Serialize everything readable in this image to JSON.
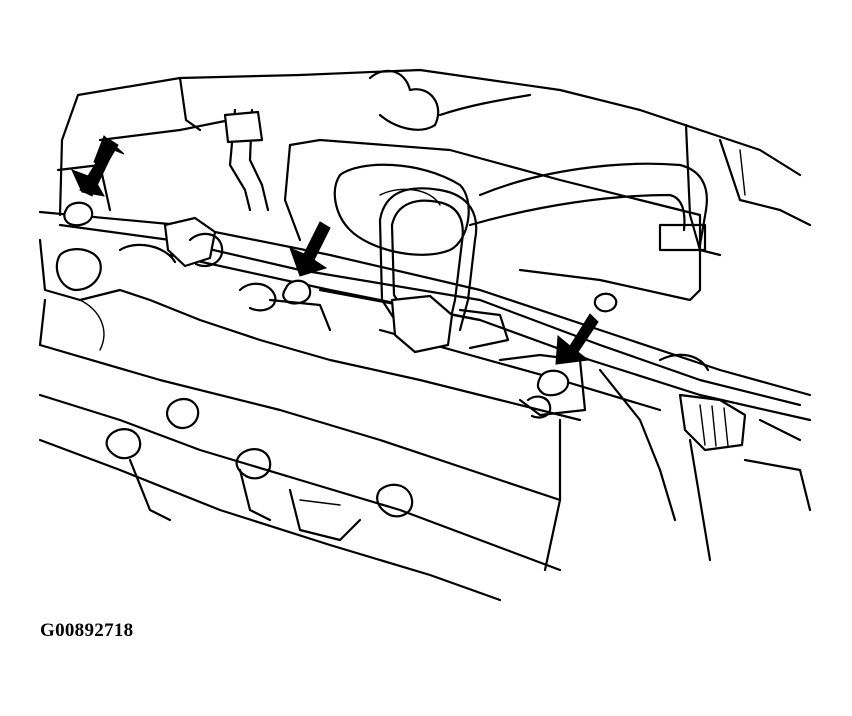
{
  "figure": {
    "code": "G00892718"
  },
  "callouts": [
    {
      "name": "arrow-left-bolt"
    },
    {
      "name": "arrow-center-bolt"
    },
    {
      "name": "arrow-right-bolt"
    }
  ],
  "colors": {
    "line": "#000000",
    "background": "#ffffff"
  }
}
